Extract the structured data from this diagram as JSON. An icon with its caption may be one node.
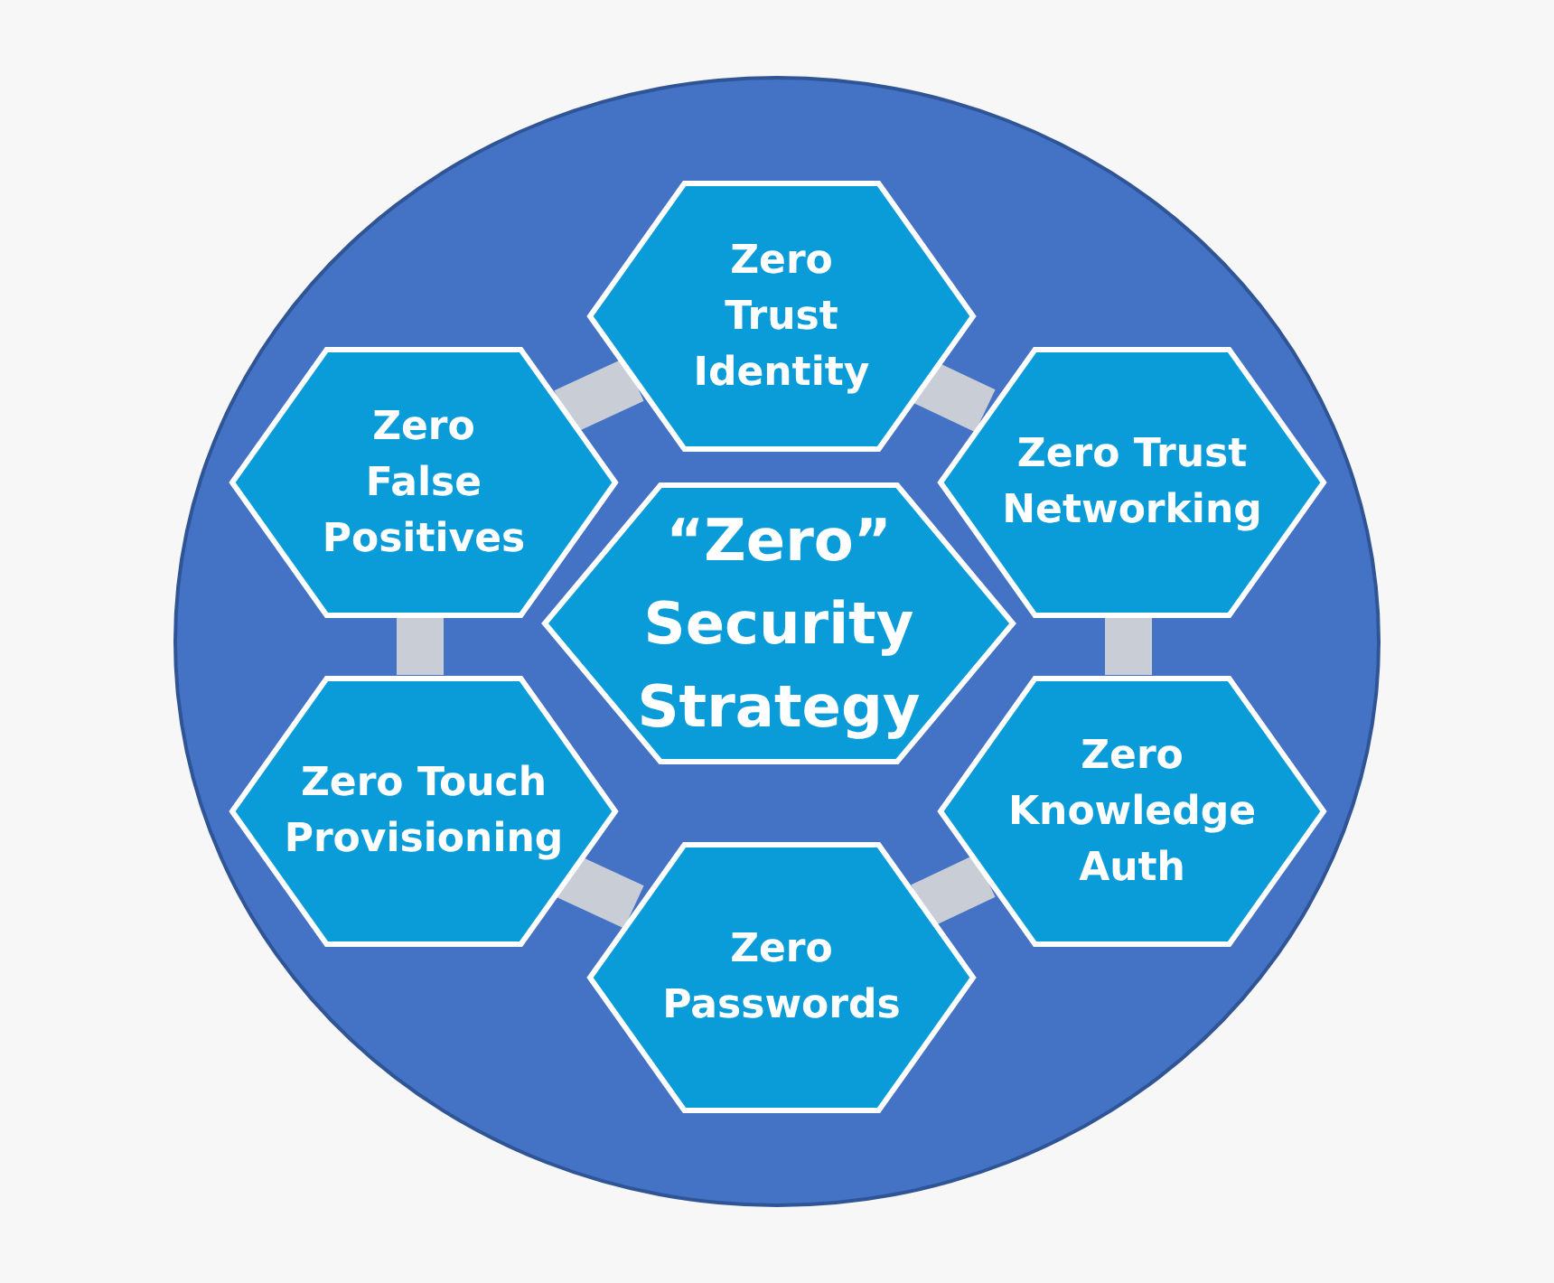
{
  "diagram": {
    "nodes": [
      {
        "text": [],
        "shape": "circle"
      },
      {
        "text": [
          "Zero Trust Identity"
        ],
        "in": 0
      },
      {
        "text": [
          "Zero False Positives"
        ],
        "in": 0
      },
      {
        "text": [
          "Zero Trust Networking"
        ],
        "in": 0
      },
      {
        "text": [
          "“Zero” Security Strategy"
        ],
        "in": 0
      },
      {
        "text": [
          "Zero Touch Provisioning"
        ],
        "in": 0
      },
      {
        "text": [
          "Zero Knowledge Auth"
        ],
        "in": 0
      },
      {
        "text": [
          "Zero Passwords"
        ],
        "in": 0
      }
    ],
    "edges": [
      {
        "from": 1,
        "to": 3,
        "arrow": "none"
      },
      {
        "from": 3,
        "to": 6,
        "arrow": "none"
      },
      {
        "from": 6,
        "to": 7,
        "arrow": "none"
      },
      {
        "from": 7,
        "to": 5,
        "arrow": "none"
      },
      {
        "from": 5,
        "to": 2,
        "arrow": "none"
      },
      {
        "from": 2,
        "to": 1,
        "arrow": "none"
      }
    ]
  }
}
